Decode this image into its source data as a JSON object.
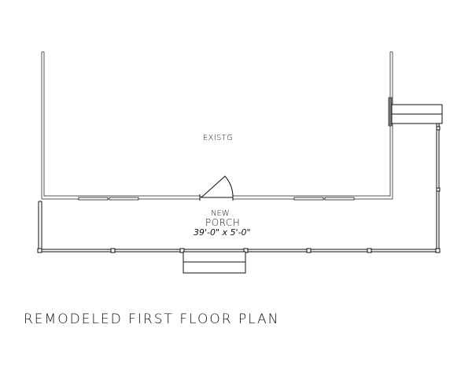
{
  "drawing": {
    "title": "REMODELED FIRST FLOOR PLAN",
    "existing_room": {
      "label": "EXISTG"
    },
    "porch": {
      "label_line1": "NEW",
      "label_line2": "PORCH",
      "dimensions": "39'-0\" x 5'-0\""
    }
  },
  "colors": {
    "line": "#111111",
    "existing_wall": "#555555",
    "background": "#ffffff"
  }
}
